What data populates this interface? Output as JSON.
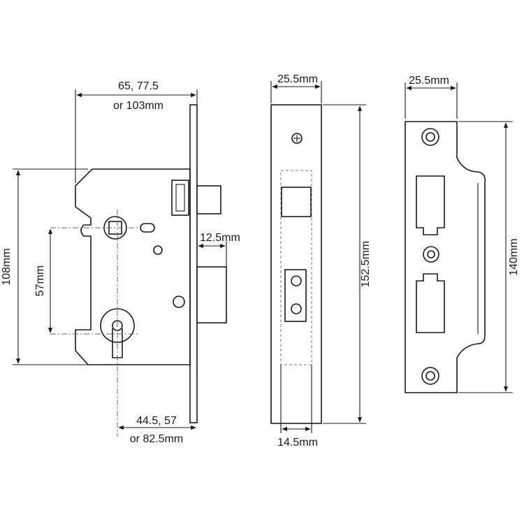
{
  "lock_body_view": {
    "dims": {
      "backset_range": [
        "65, 77.5",
        "or 103mm"
      ],
      "height": "108mm",
      "centres": "57mm",
      "deadbolt_throw": "12.5mm",
      "case_depth": [
        "44.5, 57",
        "or 82.5mm"
      ]
    }
  },
  "forend_view": {
    "dims": {
      "width": "25.5mm",
      "length": "152.5mm",
      "case_thickness": "14.5mm"
    }
  },
  "strike_plate_view": {
    "dims": {
      "width": "25.5mm",
      "length": "140mm"
    }
  }
}
